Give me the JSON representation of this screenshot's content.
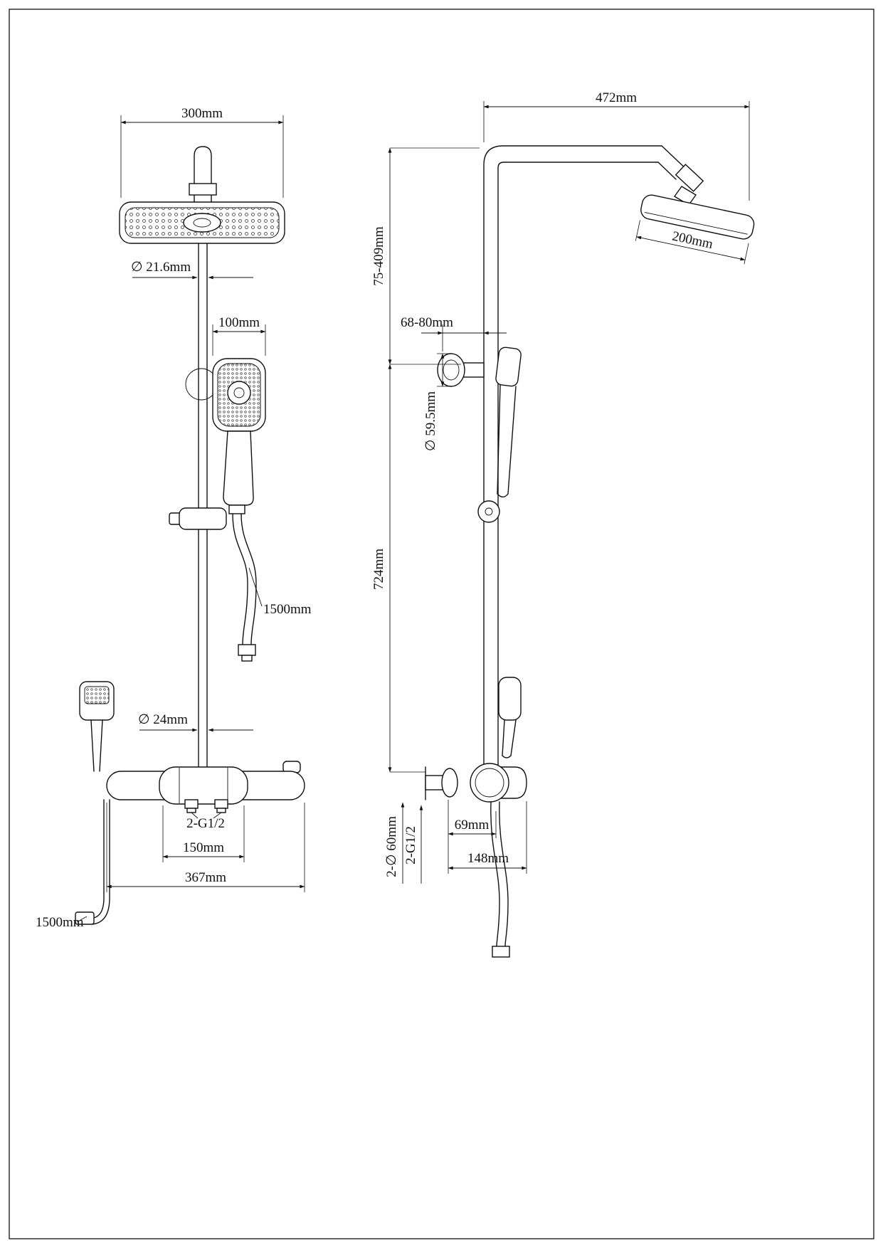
{
  "drawing": {
    "title": "shower-system-technical-drawing",
    "front": {
      "head_width": "300mm",
      "pipe_dia": "∅ 21.6mm",
      "hand_width": "100mm",
      "hose_len": "1500mm",
      "lower_pipe_dia": "∅ 24mm",
      "thread": "2-G1/2",
      "valve_span": "150mm",
      "overall_width": "367mm",
      "hose2_len": "1500mm"
    },
    "side": {
      "reach": "472mm",
      "upper_range": "75-409mm",
      "head_depth": "200mm",
      "bracket_range": "68-80mm",
      "holder_dia": "∅ 59.5mm",
      "riser_height": "724mm",
      "escutcheon": "2-∅ 60mm",
      "thread": "2-G1/2",
      "offset_69": "69mm",
      "depth_148": "148mm"
    }
  }
}
